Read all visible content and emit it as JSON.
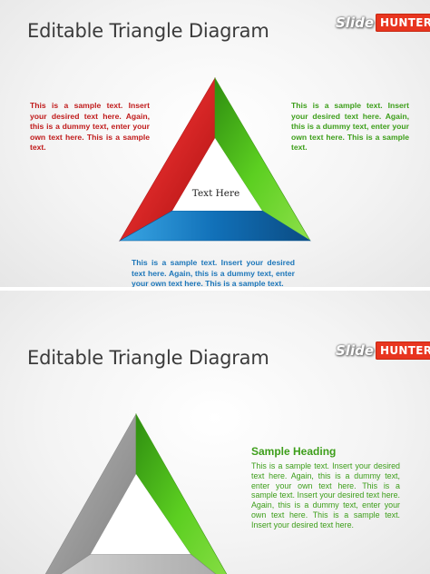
{
  "slides": [
    {
      "title": "Editable Triangle Diagram",
      "logo": {
        "part1": "Slide",
        "part2": "HUNTER"
      },
      "center_label": "Text Here",
      "text_left": "This is a sample text. Insert your desired text here. Again, this is a dummy text, enter your own text here. This is a sample text.",
      "text_right": "This is a sample text. Insert your desired text here. Again, this is a dummy text, enter your own text here. This is a sample text.",
      "text_bottom": "This is a sample text. Insert your desired text here. Again, this is a dummy text, enter your own text here. This is a sample text."
    },
    {
      "title": "Editable Triangle Diagram",
      "logo": {
        "part1": "Slide",
        "part2": "HUNTER"
      },
      "heading": "Sample Heading",
      "text": "This is a sample text. Insert your desired text here. Again, this is a dummy text, enter your own text here. This is a sample text. Insert your desired text here. Again, this is a dummy text, enter your own text here. This is a sample text. Insert your desired text here."
    }
  ],
  "colors": {
    "red": "#c01b1b",
    "green": "#3d9e1a",
    "blue": "#1c76b9",
    "gray": "#9c9c9c"
  }
}
